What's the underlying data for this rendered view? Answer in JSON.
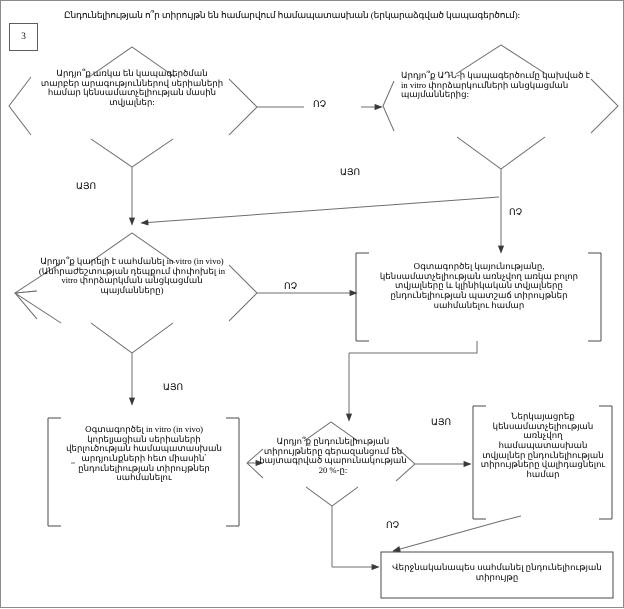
{
  "page": {
    "id_badge": "3",
    "title": "Ընդունելիության ո՞ր տիրույթն են համարվում համապատասխան (երկարաձգված կապագերծում):"
  },
  "labels": {
    "no": "ՈՉ",
    "yes": "ԱՅՈ"
  },
  "nodes": {
    "d1": {
      "type": "decision",
      "text": "Արդյո՞ք առկա են կապագերծման տարբեր արագություններով սերիաների համար կենսամատչելիության մասին տվյալներ:"
    },
    "d2": {
      "type": "decision",
      "text": "Արդյո՞ք ԱԴՆ-ի կապագերծումը կախված է in vitro փորձարկումների անցկացման պայմաններից:"
    },
    "d3": {
      "type": "decision",
      "text": "Արդյո՞ք կարելի է սահմանել in vitro (in vivo) (Անհրաժեշտության դեպքում փոփոխել in vitro փորձարկման անցկացման պայմանները)"
    },
    "p1": {
      "type": "process",
      "text": "Օգտագործել կայունությանը, կենսամատչելիության առնչվող առկա բոլոր տվյալները և կլինիկական տվյալները ընդունելիության պատշաճ  տիրույթներ սահմանելու համար"
    },
    "p2": {
      "type": "process",
      "text": "Օգտագործել in vitro (in vivo) կորելյացիան սերիաների վերլուծության համապատասխան արդյունքների հետ միասին՝ ընդունելիության տիրույթներ սահմանելու"
    },
    "d4": {
      "type": "decision",
      "text": "Արդյո՞ք ընդունելիության տիրույթները գերազանցում են հայտագրված պարունակության 20 %-ը:"
    },
    "p3": {
      "type": "process",
      "text": "Ներկայացրեք կենսամատչելիության առնչվող համապատասխան տվյալներ ընդունելիության տիրույթները վալիդացնելու համար"
    },
    "p4": {
      "type": "process",
      "text": "Վերջնականապես սահմանել ընդունելիության տիրույթը"
    }
  },
  "edges": [
    {
      "from": "d1",
      "to": "d2",
      "label": "ՈՉ"
    },
    {
      "from": "d1",
      "to": "d3",
      "label": "ԱՅՈ"
    },
    {
      "from": "d2",
      "to": "d3",
      "label": "ԱՅՈ"
    },
    {
      "from": "d2",
      "to": "p1",
      "label": "ՈՉ"
    },
    {
      "from": "d3",
      "to": "p2",
      "label": "ԱՅՈ"
    },
    {
      "from": "d3",
      "to": "p1",
      "label": "ՈՉ"
    },
    {
      "from": "p2",
      "to": "d4",
      "label": ""
    },
    {
      "from": "p1",
      "to": "d4",
      "label": ""
    },
    {
      "from": "d4",
      "to": "p3",
      "label": "ԱՅՈ"
    },
    {
      "from": "d4",
      "to": "p4",
      "label": "ՈՉ"
    },
    {
      "from": "p3",
      "to": "p4",
      "label": ""
    }
  ]
}
